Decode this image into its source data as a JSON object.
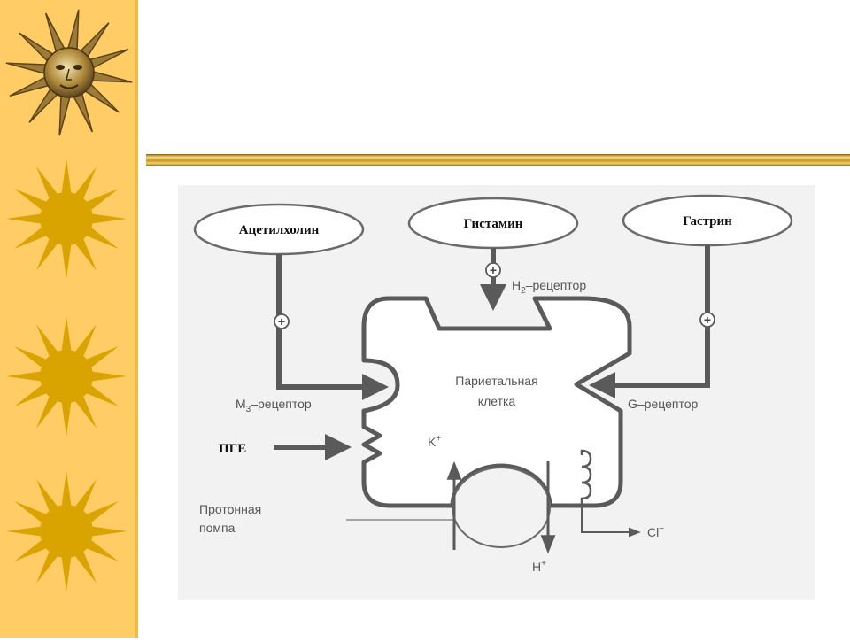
{
  "diagram": {
    "nodes": {
      "acetylcholine": "Ацетилхолин",
      "histamine": "Гистамин",
      "gastrin": "Гастрин"
    },
    "receptors": {
      "h2_prefix": "H",
      "h2_sub": "2",
      "h2_suffix": "–рецептор",
      "m3_prefix": "M",
      "m3_sub": "3",
      "m3_suffix": "–рецептор",
      "g": "G–рецептор"
    },
    "cell": {
      "line1": "Париетальная",
      "line2": "клетка"
    },
    "pge": "ПГЕ",
    "ions": {
      "k": "K",
      "k_sup": "+",
      "h": "H",
      "h_sup": "+",
      "cl": "Cl",
      "cl_sup": "−"
    },
    "pump": {
      "line1": "Протонная",
      "line2": "помпа"
    },
    "plus_sign": "+"
  },
  "colors": {
    "sidebar": "#ffcc66",
    "sun": "#d9a300",
    "divider_gold": "#c9961a",
    "figure_bg": "#f2f2f2",
    "line": "#5a5a5a"
  },
  "icons": [
    "sun-face-icon",
    "sun-icon"
  ]
}
